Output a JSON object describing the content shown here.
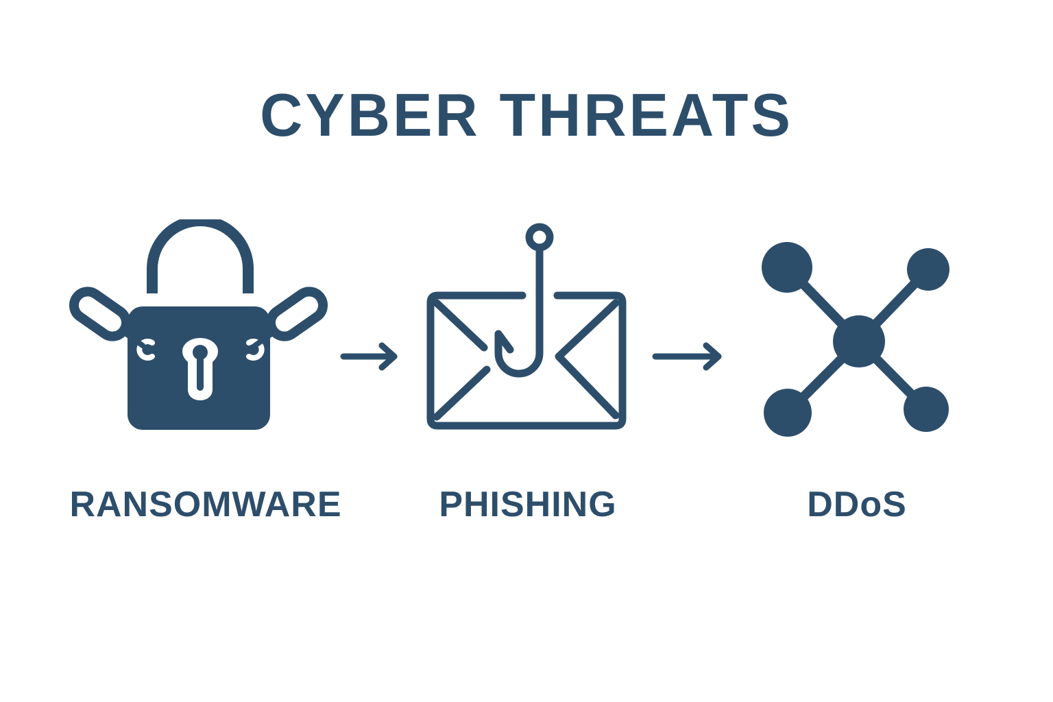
{
  "title": "CYBER THREATS",
  "colors": {
    "primary": "#2d4e6b",
    "background": "#ffffff"
  },
  "flow": [
    {
      "label": "RANSOMWARE",
      "icon": "padlock-with-chains-icon"
    },
    {
      "label": "PHISHING",
      "icon": "envelope-with-fishhook-icon"
    },
    {
      "label": "DDoS",
      "icon": "network-nodes-icon"
    }
  ],
  "connectors": [
    {
      "from": "RANSOMWARE",
      "to": "PHISHING",
      "icon": "arrow-right-icon"
    },
    {
      "from": "PHISHING",
      "to": "DDoS",
      "icon": "arrow-right-icon"
    }
  ]
}
